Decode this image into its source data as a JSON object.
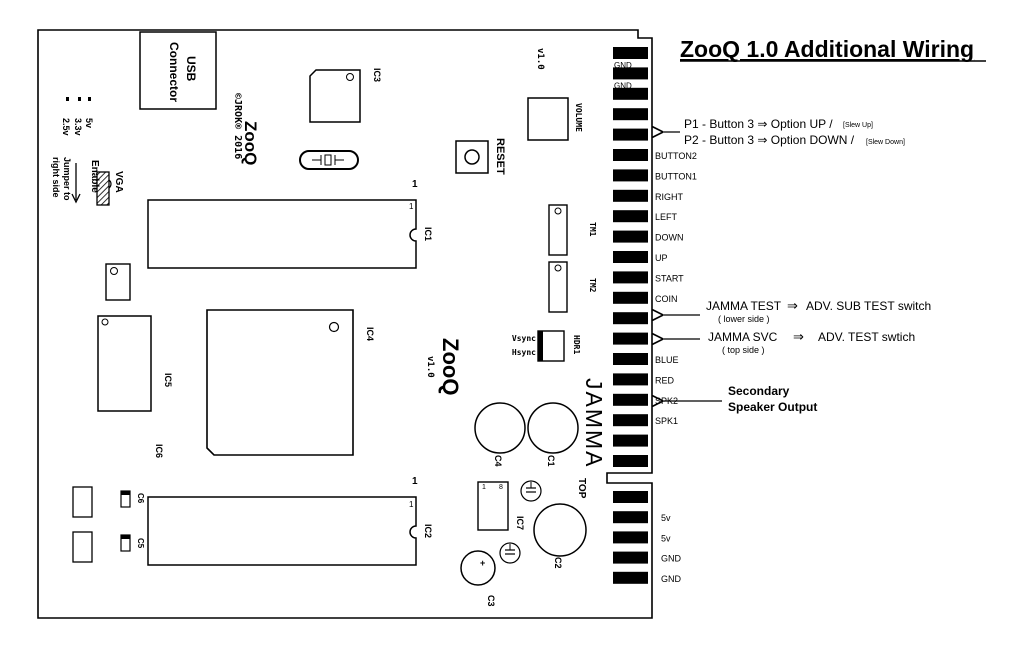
{
  "title": "ZooQ 1.0 Additional Wiring",
  "board": {
    "usb_connector": [
      "USB",
      "Connector"
    ],
    "ic_labels": {
      "ic1": "IC1",
      "ic2": "IC2",
      "ic3": "IC3",
      "ic4": "IC4",
      "ic5": "IC5",
      "ic6": "IC6",
      "ic7": "IC7"
    },
    "pin1_marks": [
      "1",
      "1",
      "1",
      "1"
    ],
    "version_top": "v1.0",
    "volume": "VOLUME",
    "reset": "RESET",
    "tm1": "TM1",
    "tm2": "TM2",
    "hdr1": "HDR1",
    "vsync": "Vsync",
    "hsync": "Hsync",
    "logo_left": "ZooQ",
    "copyright": "©JROK® 2016",
    "logo_center": "ZooQ",
    "version_center": "v1.0",
    "jamma": "JAMMA",
    "top_label": "TOP",
    "caps": {
      "c1": "C1",
      "c2": "C2",
      "c3": "C3",
      "c4": "C4",
      "c5": "C5",
      "c6": "C6"
    },
    "ic7_pin_nums": [
      "1",
      "8"
    ],
    "voltage_options": [
      "5v",
      "3.3v",
      "2.5v"
    ],
    "vga_enable": [
      "VGA",
      "Enable"
    ],
    "jumper_note": [
      "Jumper to",
      "right side"
    ]
  },
  "pins": {
    "upper": [
      "GND",
      "GND",
      "",
      "",
      "",
      "BUTTON2",
      "BUTTON1",
      "RIGHT",
      "LEFT",
      "DOWN",
      "UP",
      "START",
      "COIN",
      "",
      "",
      "BLUE",
      "RED",
      "SPK2",
      "SPK1",
      "",
      ""
    ],
    "lower": [
      "",
      "5v",
      "5v",
      "GND",
      "GND"
    ]
  },
  "annotations": {
    "p1_prefix": "P1 - Button 3 ⇒ Option UP /",
    "p1_note": "[Slew Up]",
    "p2_prefix": "P2 - Button 3 ⇒ Option DOWN /",
    "p2_note": "[Slew Down]",
    "jamma_test": "JAMMA TEST",
    "jamma_test_arrow": "⇒",
    "adv_sub_test": "ADV. SUB TEST switch",
    "lower_side": "( lower side )",
    "jamma_svc": "JAMMA SVC",
    "jamma_svc_arrow": "⇒",
    "adv_test": "ADV. TEST swtich",
    "top_side": "( top side )",
    "secondary": "Secondary",
    "speaker_output": "Speaker Output"
  }
}
